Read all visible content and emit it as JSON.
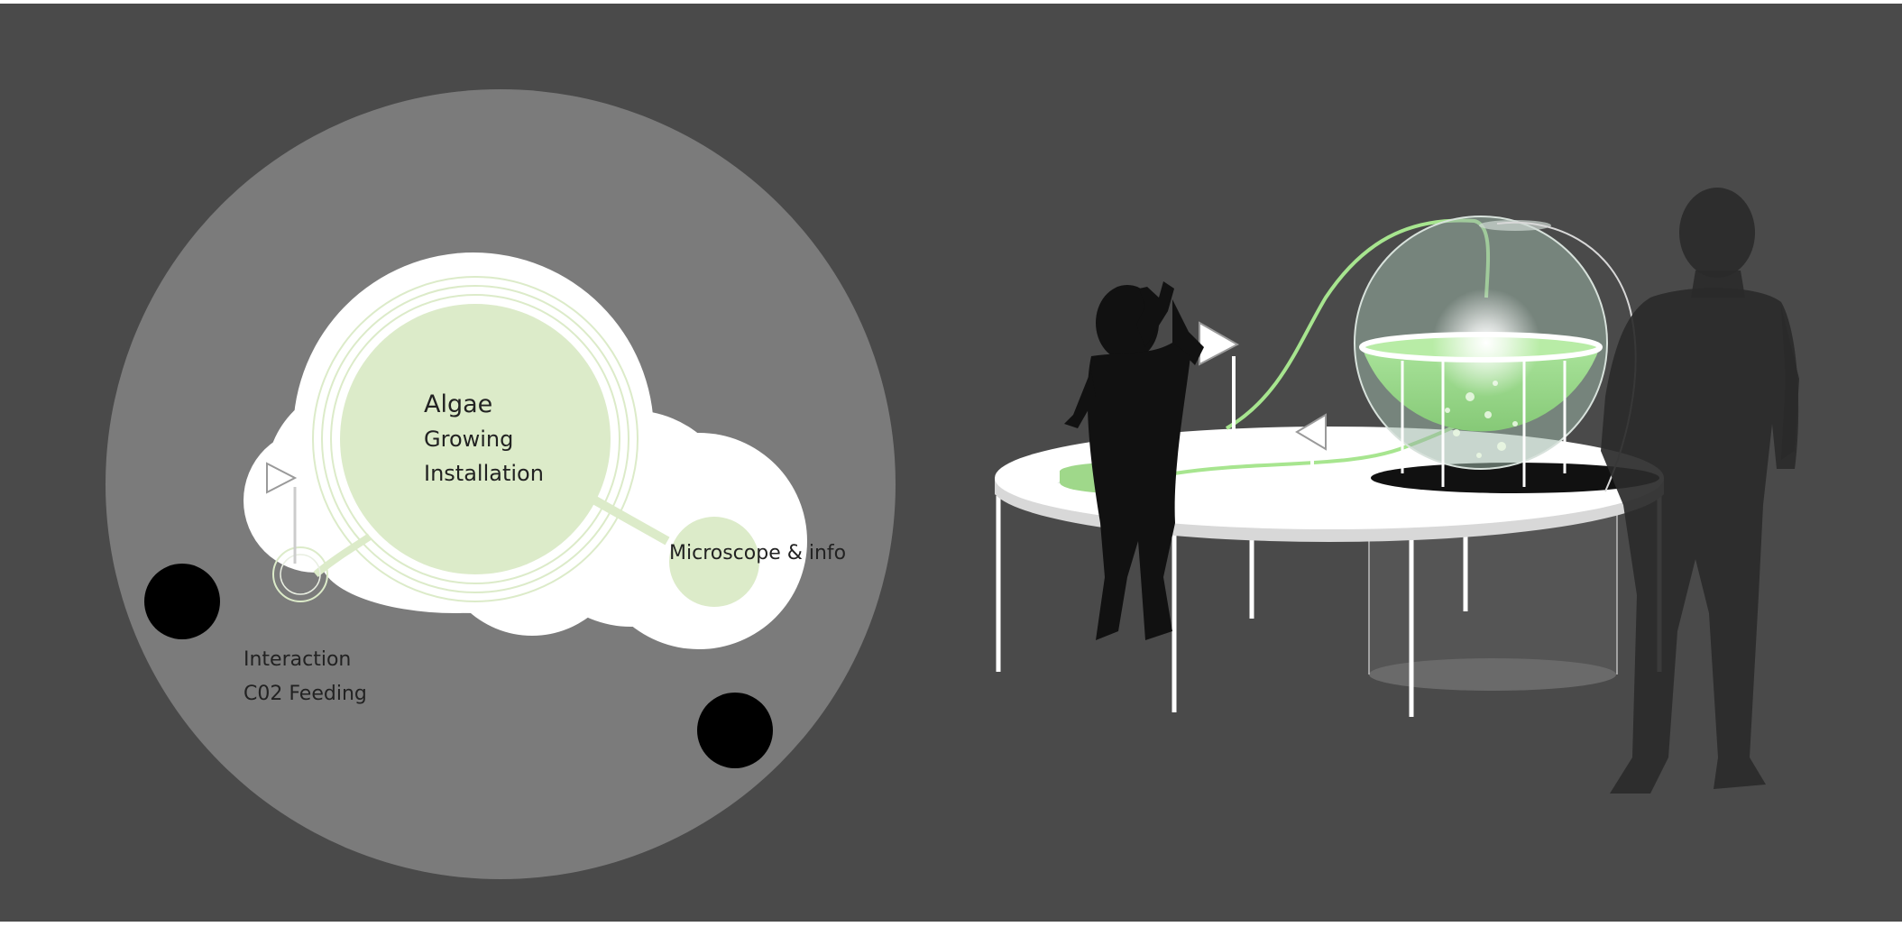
{
  "colors": {
    "background": "#4a4a4a",
    "outer_disc": "#7b7b7b",
    "white": "#ffffff",
    "algae_green": "#dcebc9",
    "algae_water": "#9fd88a",
    "silhouette_dark": "#111111",
    "silhouette_grey": "#2d2d2d",
    "text": "#222222"
  },
  "plan": {
    "labels": {
      "algae_line1": "Algae",
      "algae_line2": "Growing",
      "algae_line3": "Installation",
      "microscope": "Microscope & info",
      "interaction_line1": "Interaction",
      "interaction_line2": "C02 Feeding"
    }
  }
}
